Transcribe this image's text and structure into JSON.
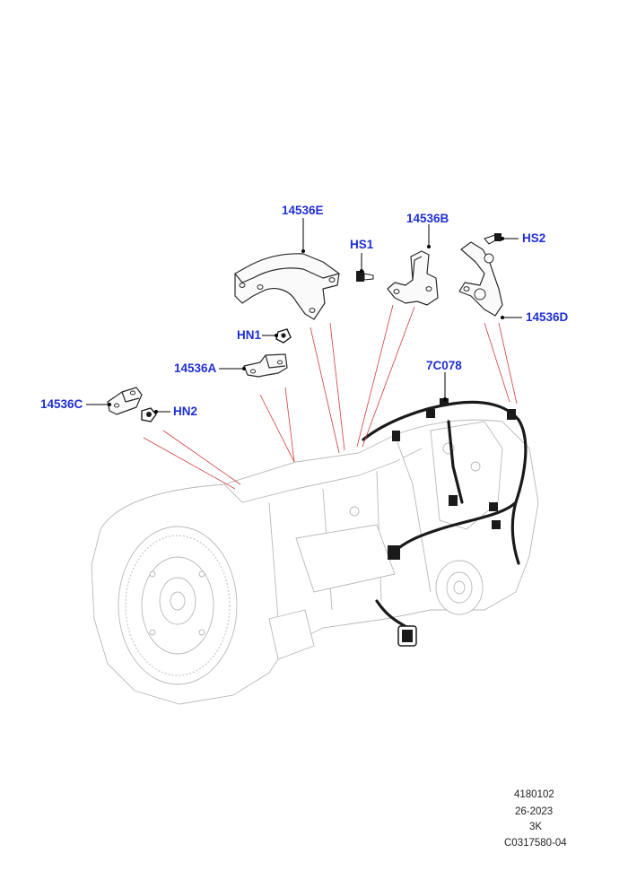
{
  "callouts": {
    "part_14536E": "14536E",
    "part_14536B": "14536B",
    "part_HS1": "HS1",
    "part_HS2": "HS2",
    "part_HN1": "HN1",
    "part_14536A": "14536A",
    "part_14536D": "14536D",
    "part_7C078": "7C078",
    "part_14536C": "14536C",
    "part_HN2": "HN2"
  },
  "footer": {
    "line1": "4180102",
    "line2": "26-2023",
    "line3": "3K",
    "line4": "C0317580-04"
  },
  "colors": {
    "callout_text": "#1f2fd6",
    "callout_leader": "#000000",
    "reference_lines": "#d63a3a",
    "assembly_outline": "#b8b8b8",
    "part_outline": "#2a2a2a"
  }
}
